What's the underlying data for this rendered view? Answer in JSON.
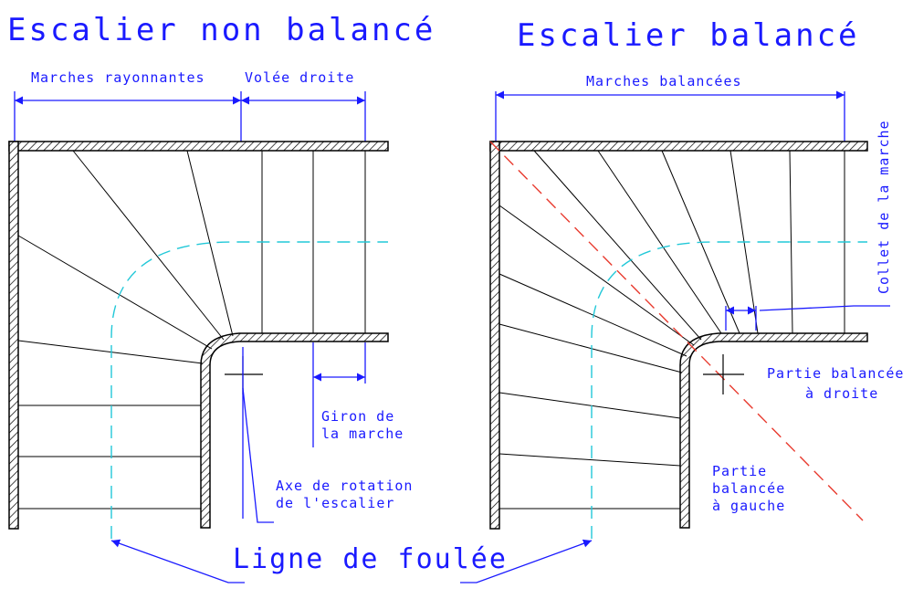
{
  "left": {
    "title": "Escalier non balancé",
    "label_radiating": "Marches rayonnantes",
    "label_straight": "Volée droite",
    "label_tread_depth_1": "Giron de",
    "label_tread_depth_2": "la marche",
    "label_axis_1": "Axe de rotation",
    "label_axis_2": "de l'escalier"
  },
  "right": {
    "title": "Escalier balancé",
    "label_balanced_steps": "Marches balancées",
    "label_collet": "Collet de la marche",
    "label_right_1": "Partie balancée",
    "label_right_2": "à droite",
    "label_left_1": "Partie",
    "label_left_2": "balancée",
    "label_left_3": "à gauche"
  },
  "bottom": {
    "walking_line": "Ligne de foulée"
  },
  "colors": {
    "text": "#1a1aff",
    "walking_line": "#22c8d8",
    "diagonal": "#e83a2e",
    "structure": "#000000"
  }
}
